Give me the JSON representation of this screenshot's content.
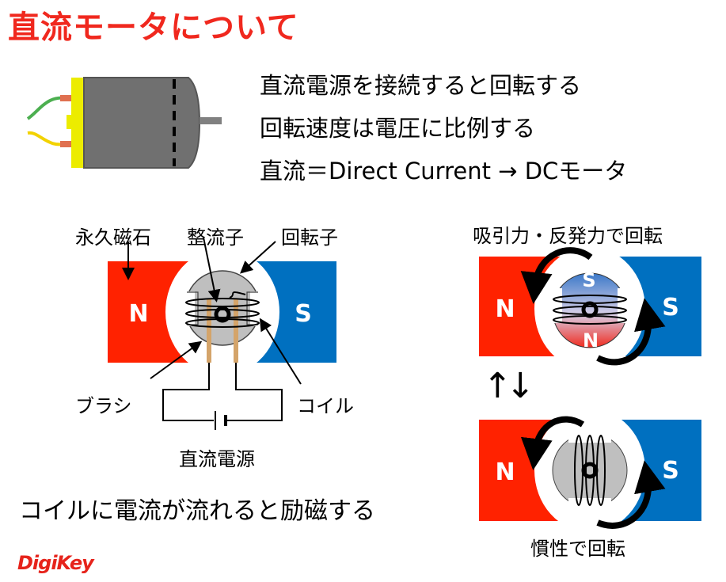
{
  "title": "直流モータについて",
  "bullets": [
    "直流電源を接続すると回転する",
    "回転速度は電圧に比例する",
    "直流＝Direct Current → DCモータ"
  ],
  "diagram": {
    "labels": {
      "permanent_magnet": "永久磁石",
      "commutator": "整流子",
      "rotor": "回転子",
      "brush": "ブラシ",
      "coil": "コイル",
      "dc_source": "直流電源"
    },
    "pole_n": "N",
    "pole_s": "S"
  },
  "right": {
    "top_label": "吸引力・反発力で回転",
    "bottom_label": "慣性で回転",
    "arrows": "↑↓"
  },
  "bottom_text": "コイルに電流が流れると励磁する",
  "logo": "DigiKey",
  "colors": {
    "red": "#ff2200",
    "blue": "#0070c0",
    "title": "#f0281e",
    "rotor": "#bfbfbf",
    "brush": "#d4a46a"
  }
}
